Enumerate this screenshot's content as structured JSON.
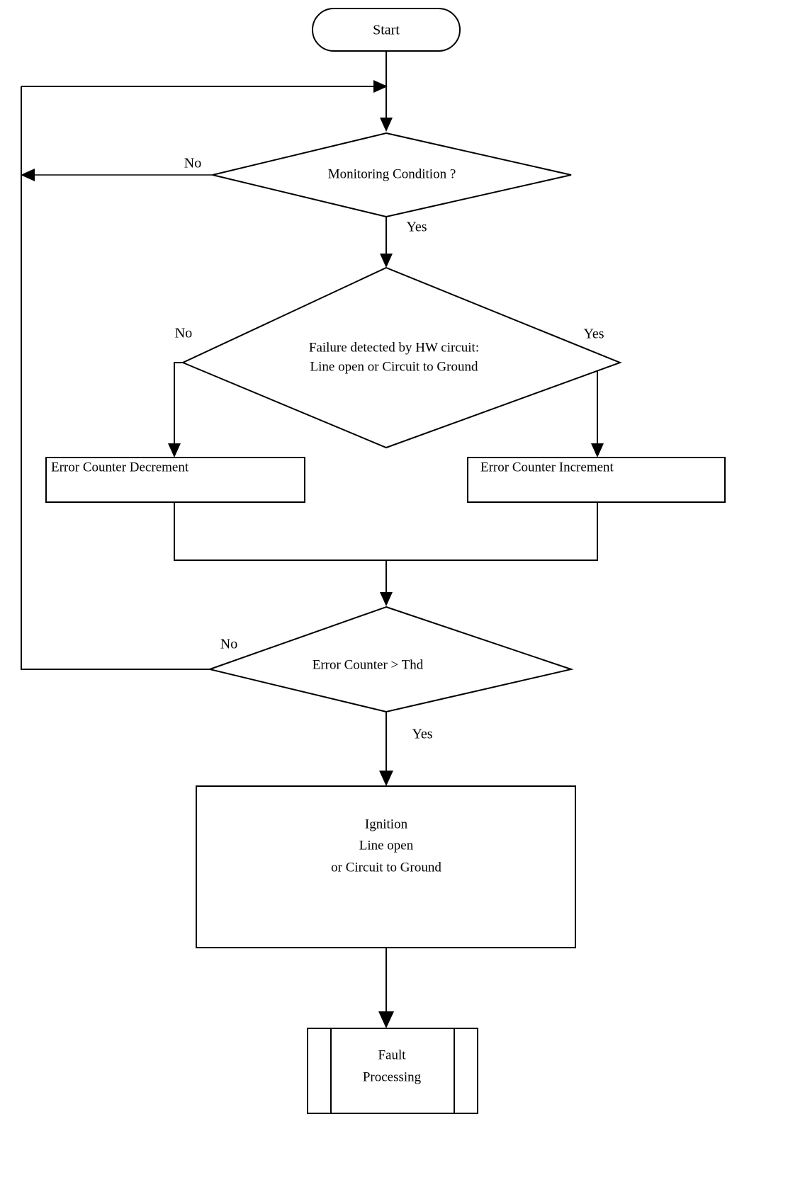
{
  "diagram": {
    "title": "Ignition line open / circuit to ground monitoring flowchart",
    "background_color": "#ffffff",
    "line_color": "#000000",
    "text_color": "#000000"
  },
  "nodes": {
    "start": {
      "label": "Start",
      "shape": "terminator"
    },
    "monitoring_condition": {
      "label": "Monitoring Condition ?",
      "shape": "decision"
    },
    "failure_detected": {
      "label_line1": "Failure detected by HW circuit:",
      "label_line2": "Line open or Circuit to Ground",
      "shape": "decision"
    },
    "counter_decrement": {
      "label": "Error Counter Decrement",
      "shape": "process"
    },
    "counter_increment": {
      "label": "Error Counter Increment",
      "shape": "process"
    },
    "counter_threshold": {
      "label": "Error Counter > Thd",
      "shape": "decision"
    },
    "ignition_fault": {
      "label_line1": "Ignition",
      "label_line2": "Line open",
      "label_line3": "or Circuit to Ground",
      "shape": "process"
    },
    "fault_processing": {
      "label_line1": "Fault",
      "label_line2": "Processing",
      "shape": "predefined-process"
    }
  },
  "edge_labels": {
    "monitoring_no": "No",
    "monitoring_yes": "Yes",
    "failure_no": "No",
    "failure_yes": "Yes",
    "threshold_no": "No",
    "threshold_yes": "Yes"
  }
}
